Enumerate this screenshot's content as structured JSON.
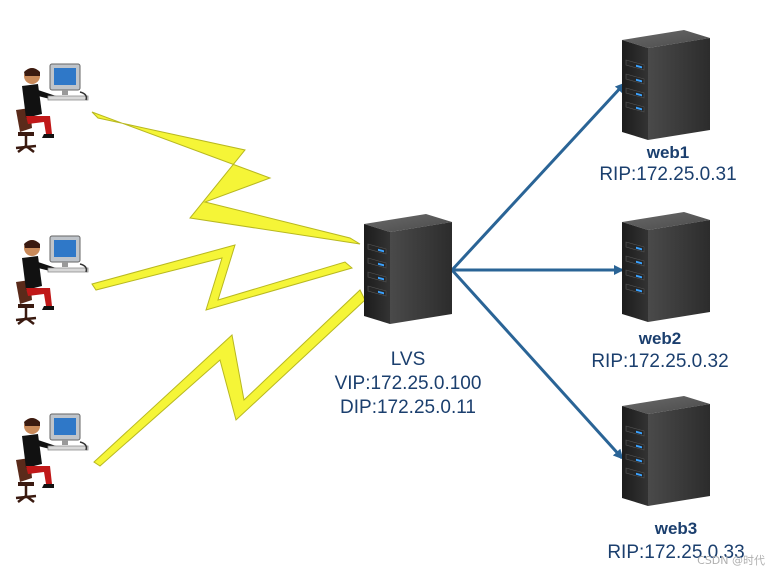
{
  "lvs": {
    "name": "LVS",
    "vip": "VIP:172.25.0.100",
    "dip": "DIP:172.25.0.11"
  },
  "servers": [
    {
      "name": "web1",
      "rip": "RIP:172.25.0.31"
    },
    {
      "name": "web2",
      "rip": "RIP:172.25.0.32"
    },
    {
      "name": "web3",
      "rip": "RIP:172.25.0.33"
    }
  ],
  "clients": [
    {
      "icon": "user-at-computer-icon"
    },
    {
      "icon": "user-at-computer-icon"
    },
    {
      "icon": "user-at-computer-icon"
    }
  ],
  "colors": {
    "arrow": "#2a6496",
    "bolt_fill": "#f5f537",
    "bolt_stroke": "#b8b820",
    "server_body": "#3a3a3a",
    "server_light": "#3aa2ff",
    "label": "#1b3f6e"
  },
  "watermark": "CSDN @时代"
}
